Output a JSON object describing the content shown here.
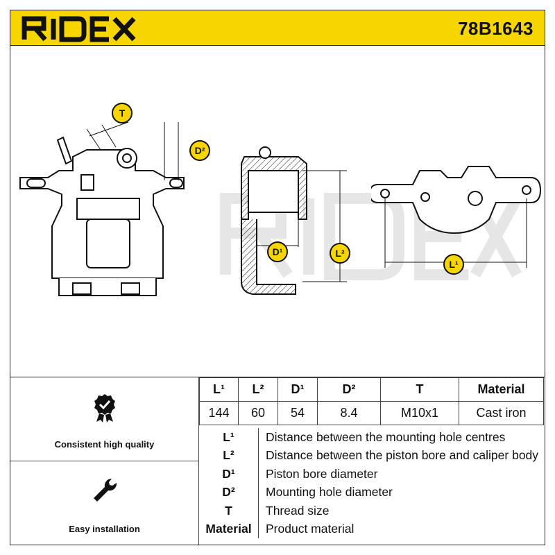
{
  "header": {
    "brand": "RIDEX",
    "part_number": "78B1643"
  },
  "dimension_badges": {
    "T": "T",
    "D2": "D²",
    "D1": "D¹",
    "L2": "L²",
    "L1": "L¹"
  },
  "features": [
    {
      "label": "Consistent high quality",
      "icon": "checkmark-badge-icon"
    },
    {
      "label": "Easy installation",
      "icon": "wrench-icon"
    }
  ],
  "spec_table": {
    "headers": [
      "L¹",
      "L²",
      "D¹",
      "D²",
      "T",
      "Material"
    ],
    "values": [
      "144",
      "60",
      "54",
      "8.4",
      "M10x1",
      "Cast iron"
    ]
  },
  "legend": [
    {
      "key": "L¹",
      "desc": "Distance between the mounting hole centres"
    },
    {
      "key": "L²",
      "desc": "Distance between the piston bore and caliper body"
    },
    {
      "key": "D¹",
      "desc": "Piston bore diameter"
    },
    {
      "key": "D²",
      "desc": "Mounting hole diameter"
    },
    {
      "key": "T",
      "desc": "Thread size"
    },
    {
      "key": "Material",
      "desc": "Product material"
    }
  ],
  "colors": {
    "accent": "#f7d600",
    "line": "#222222"
  }
}
